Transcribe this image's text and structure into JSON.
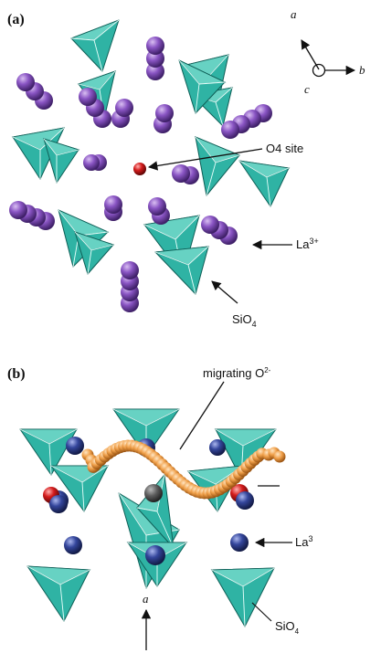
{
  "panel_a": {
    "label": "(a)",
    "axes": {
      "a": "a",
      "b": "b",
      "c": "c"
    },
    "o4_site_label": "O4 site",
    "la_label": "La",
    "la_label_sup": "3+",
    "sio4_label": "SiO",
    "sio4_sub": "4"
  },
  "panel_b": {
    "label": "(b)",
    "migrating_label": "migrating O",
    "migrating_sup": "2-",
    "la_label": "La",
    "la_label_sup": "3",
    "sio4_label": "SiO",
    "sio4_sub": "4",
    "axis_a": "a"
  },
  "colors": {
    "tetrahedra": "#2fb3a4",
    "lanthanum_a": "#7a43b3",
    "lanthanum_b": "#2a3a8c",
    "oxygen_site": "#d11a1a",
    "migrating_oxygen": "#f0a04a"
  }
}
